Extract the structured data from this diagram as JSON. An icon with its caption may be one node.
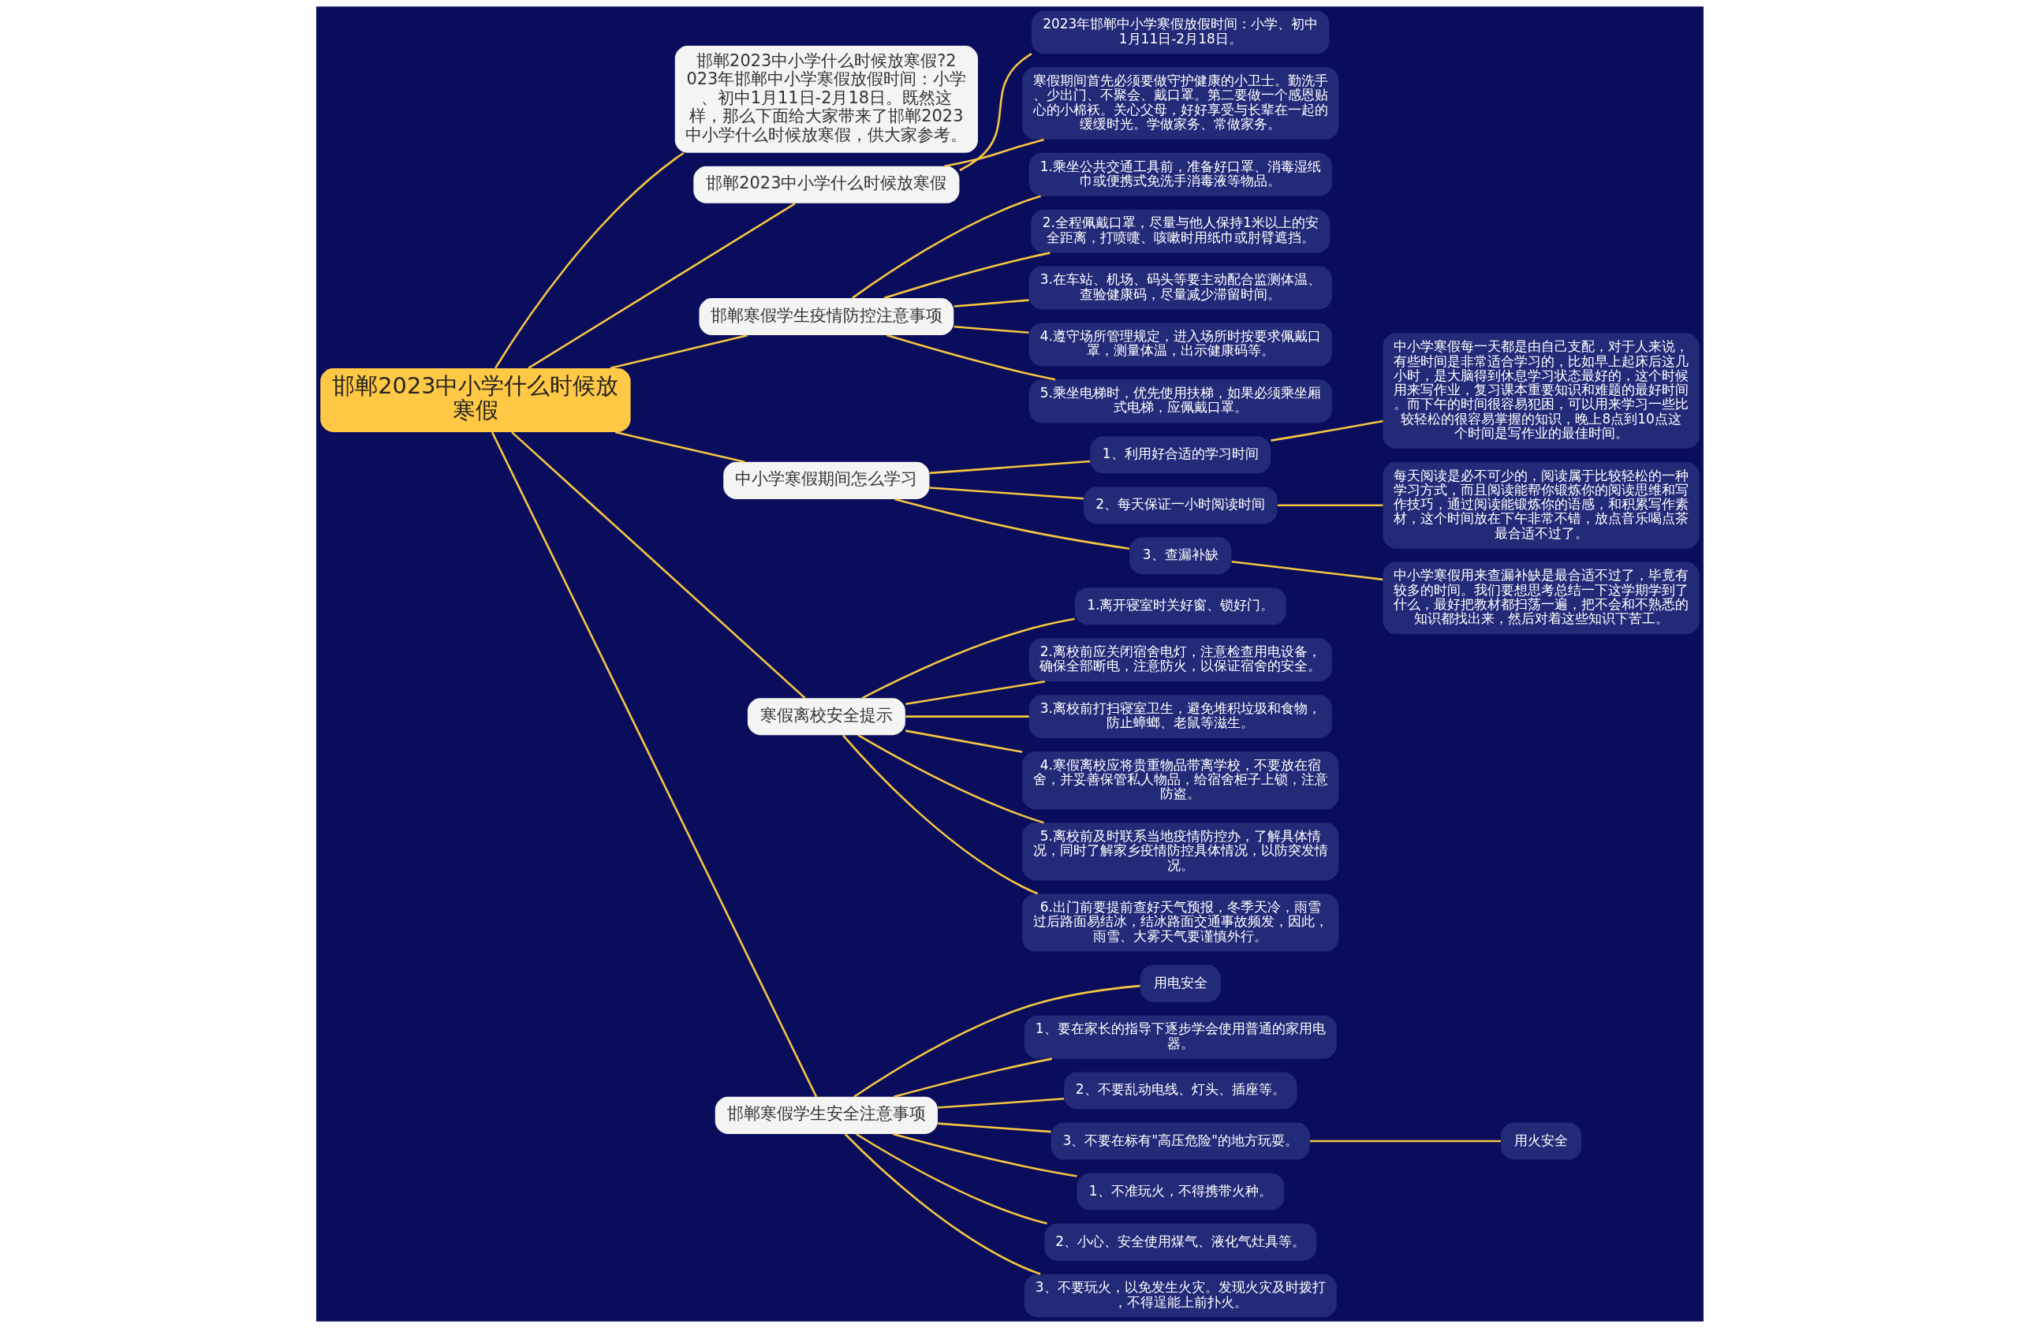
{
  "diagram": {
    "nodes": [
      {
        "text": [
          "邯郸2023中小学什么时候放寒假"
        ]
      },
      {
        "text": [
          "邯郸2023中小学什么时候放寒假?2023年邯郸中小学寒假放假时间：小学、初中1月11日-2月18日。既然这样，那么下面给大家带来了邯郸2023中小学什么时候放寒假，供大家参考。"
        ]
      },
      {
        "text": [
          "邯郸2023中小学什么时候放寒假"
        ]
      },
      {
        "text": [
          "2023年邯郸中小学寒假放假时间：小学、初中1月11日-2月18日。"
        ]
      },
      {
        "text": [
          "寒假期间首先必须要做守护健康的小卫士。勤洗手、少出门、不聚会、戴口罩。第二要做一个感恩贴心的小棉袄。关心父母，好好享受与长辈在一起的缓缓时光。学做家务、常做家务。"
        ]
      },
      {
        "text": [
          "邯郸寒假学生疫情防控注意事项"
        ]
      },
      {
        "text": [
          "1.乘坐公共交通工具前，准备好口罩、消毒湿纸巾或便携式免洗手消毒液等物品。"
        ]
      },
      {
        "text": [
          "2.全程佩戴口罩，尽量与他人保持1米以上的安全距离，打喷嚏、咳嗽时用纸巾或肘臂遮挡。"
        ]
      },
      {
        "text": [
          "3.在车站、机场、码头等要主动配合监测体温、查验健康码，尽量减少滞留时间。"
        ]
      },
      {
        "text": [
          "4.遵守场所管理规定，进入场所时按要求佩戴口罩，测量体温，出示健康码等。"
        ]
      },
      {
        "text": [
          "5.乘坐电梯时，优先使用扶梯，如果必须乘坐厢式电梯，应佩戴口罩。"
        ]
      },
      {
        "text": [
          "中小学寒假期间怎么学习"
        ]
      },
      {
        "text": [
          "1、利用好合适的学习时间"
        ]
      },
      {
        "text": [
          "中小学寒假每一天都是由自己支配，对于人来说，有些时间是非常适合学习的，比如早上起床后这几小时，是大脑得到休息学习状态最好的，这个时候用来写作业，复习课本重要知识和难题的最好时间。而下午的时间很容易犯困，可以用来学习一些比较轻松的很容易掌握的知识，晚上8点到10点这个时间是写作业的最佳时间。"
        ]
      },
      {
        "text": [
          "2、每天保证一小时阅读时间"
        ]
      },
      {
        "text": [
          "每天阅读是必不可少的，阅读属于比较轻松的一种学习方式，而且阅读能帮你锻炼你的阅读思维和写作技巧，通过阅读能锻炼你的语感，和积累写作素材，这个时间放在下午非常不错，放点音乐喝点茶最合适不过了。"
        ]
      },
      {
        "text": [
          "3、查漏补缺"
        ]
      },
      {
        "text": [
          "中小学寒假用来查漏补缺是最合适不过了，毕竟有较多的时间。我们要想思考总结一下这学期学到了什么，最好把教材都扫荡一遍，把不会和不熟悉的知识都找出来，然后对着这些知识下苦工。"
        ]
      },
      {
        "text": [
          "寒假离校安全提示"
        ]
      },
      {
        "text": [
          "1.离开寝室时关好窗、锁好门。"
        ]
      },
      {
        "text": [
          "2.离校前应关闭宿舍电灯，注意检查用电设备，确保全部断电，注意防火，以保证宿舍的安全。"
        ]
      },
      {
        "text": [
          "3.离校前打扫寝室卫生，避免堆积垃圾和食物，防止蟑螂、老鼠等滋生。"
        ]
      },
      {
        "text": [
          "4.寒假离校应将贵重物品带离学校，不要放在宿舍，并妥善保管私人物品，给宿舍柜子上锁，注意防盗。"
        ]
      },
      {
        "text": [
          "5.离校前及时联系当地疫情防控办，了解具体情况，同时了解家乡疫情防控具体情况，以防突发情况。"
        ]
      },
      {
        "text": [
          "6.出门前要提前查好天气预报，冬季天冷，雨雪过后路面易结冰，结冰路面交通事故频发，因此，雨雪、大雾天气要谨慎外行。"
        ]
      },
      {
        "text": [
          "邯郸寒假学生安全注意事项"
        ]
      },
      {
        "text": [
          "用电安全"
        ]
      },
      {
        "text": [
          "1、要在家长的指导下逐步学会使用普通的家用电器。"
        ]
      },
      {
        "text": [
          "2、不要乱动电线、灯头、插座等。"
        ]
      },
      {
        "text": [
          "3、不要在标有\"高压危险\"的地方玩耍。"
        ]
      },
      {
        "text": [
          "用火安全"
        ]
      },
      {
        "text": [
          "1、不准玩火，不得携带火种。"
        ]
      },
      {
        "text": [
          "2、小心、安全使用煤气、液化气灶具等。"
        ]
      },
      {
        "text": [
          "3、不要玩火，以免发生火灾。发现火灾及时拨打，不得逞能上前扑火。"
        ]
      }
    ],
    "edges": [
      {
        "from": 0,
        "to": 1,
        "arrow": "none"
      },
      {
        "from": 0,
        "to": 2,
        "arrow": "none"
      },
      {
        "from": 2,
        "to": 3,
        "arrow": "none"
      },
      {
        "from": 2,
        "to": 4,
        "arrow": "none"
      },
      {
        "from": 0,
        "to": 5,
        "arrow": "none"
      },
      {
        "from": 5,
        "to": 6,
        "arrow": "none"
      },
      {
        "from": 5,
        "to": 7,
        "arrow": "none"
      },
      {
        "from": 5,
        "to": 8,
        "arrow": "none"
      },
      {
        "from": 5,
        "to": 9,
        "arrow": "none"
      },
      {
        "from": 5,
        "to": 10,
        "arrow": "none"
      },
      {
        "from": 0,
        "to": 11,
        "arrow": "none"
      },
      {
        "from": 11,
        "to": 12,
        "arrow": "none"
      },
      {
        "from": 12,
        "to": 13,
        "arrow": "none"
      },
      {
        "from": 11,
        "to": 14,
        "arrow": "none"
      },
      {
        "from": 14,
        "to": 15,
        "arrow": "none"
      },
      {
        "from": 11,
        "to": 16,
        "arrow": "none"
      },
      {
        "from": 16,
        "to": 17,
        "arrow": "none"
      },
      {
        "from": 0,
        "to": 18,
        "arrow": "none"
      },
      {
        "from": 18,
        "to": 19,
        "arrow": "none"
      },
      {
        "from": 18,
        "to": 20,
        "arrow": "none"
      },
      {
        "from": 18,
        "to": 21,
        "arrow": "none"
      },
      {
        "from": 18,
        "to": 22,
        "arrow": "none"
      },
      {
        "from": 18,
        "to": 23,
        "arrow": "none"
      },
      {
        "from": 18,
        "to": 24,
        "arrow": "none"
      },
      {
        "from": 0,
        "to": 25,
        "arrow": "none"
      },
      {
        "from": 25,
        "to": 26,
        "arrow": "none"
      },
      {
        "from": 25,
        "to": 27,
        "arrow": "none"
      },
      {
        "from": 25,
        "to": 28,
        "arrow": "none"
      },
      {
        "from": 25,
        "to": 29,
        "arrow": "none"
      },
      {
        "from": 29,
        "to": 30,
        "arrow": "none"
      },
      {
        "from": 25,
        "to": 31,
        "arrow": "none"
      },
      {
        "from": 25,
        "to": 32,
        "arrow": "none"
      },
      {
        "from": 25,
        "to": 33,
        "arrow": "none"
      }
    ]
  }
}
